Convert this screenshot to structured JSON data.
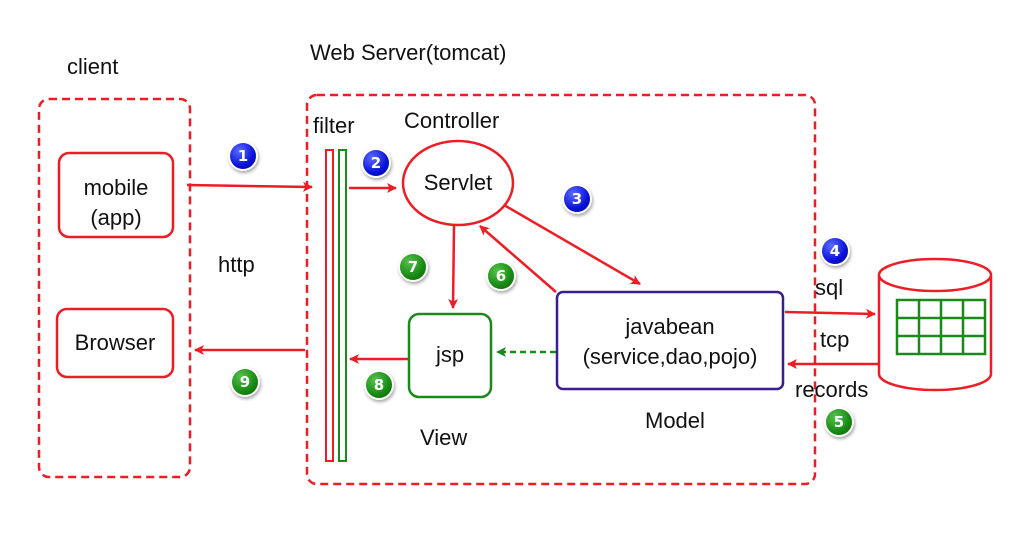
{
  "titles": {
    "client": "client",
    "web_server": "Web Server(tomcat)",
    "filter": "filter",
    "controller": "Controller",
    "view": "View",
    "model": "Model"
  },
  "components": {
    "mobile_line1": "mobile",
    "mobile_line2": "(app)",
    "browser": "Browser",
    "servlet": "Servlet",
    "jsp": "jsp",
    "javabean_line1": "javabean",
    "javabean_line2": "(service,dao,pojo)"
  },
  "edge_labels": {
    "http": "http",
    "sql": "sql",
    "tcp": "tcp",
    "records": "records"
  },
  "steps": [
    {
      "number": "1",
      "color": "blue"
    },
    {
      "number": "2",
      "color": "blue"
    },
    {
      "number": "3",
      "color": "blue"
    },
    {
      "number": "4",
      "color": "blue"
    },
    {
      "number": "5",
      "color": "green"
    },
    {
      "number": "6",
      "color": "green"
    },
    {
      "number": "7",
      "color": "green"
    },
    {
      "number": "8",
      "color": "green"
    },
    {
      "number": "9",
      "color": "green"
    }
  ],
  "colors": {
    "red": "#ee1c24",
    "green": "#1a8a1a",
    "purple": "#3b1d8f",
    "blue_badge": "#0a11d8",
    "green_badge": "#178a12"
  }
}
